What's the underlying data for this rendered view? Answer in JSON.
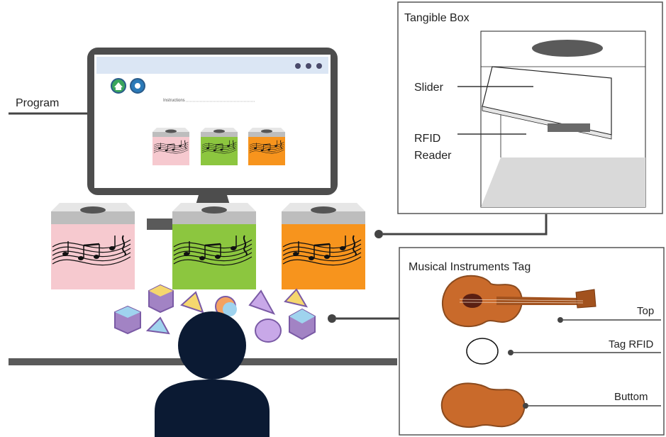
{
  "labels": {
    "program": "Program",
    "tangible_box_title": "Tangible Box",
    "slider": "Slider",
    "rfid_line1": "RFID",
    "rfid_line2": "Reader",
    "musical_title": "Musical Instruments Tag",
    "top": "Top",
    "tag_rfid": "Tag RFID",
    "buttom": "Buttom"
  },
  "monitor": {
    "screen_caption": "Instructions"
  },
  "colors": {
    "pink_box": "#f6c9cf",
    "green_box": "#8cc63f",
    "orange_box": "#f7941d",
    "monitor_frame": "#4d4d4d",
    "dark_bar": "#5a5a5a",
    "person": "#0b1a33",
    "guitar": "#c96a2b",
    "browser_bar": "#dbe6f4",
    "shape_purple": "#a283c4",
    "shape_blue": "#9fd3ee",
    "shape_yellow": "#f5d76e"
  },
  "icons": [
    "home-icon",
    "settings-icon",
    "music-notes-icon",
    "geometric-shape-icon",
    "guitar-icon",
    "rfid-tag-icon",
    "person-icon"
  ]
}
